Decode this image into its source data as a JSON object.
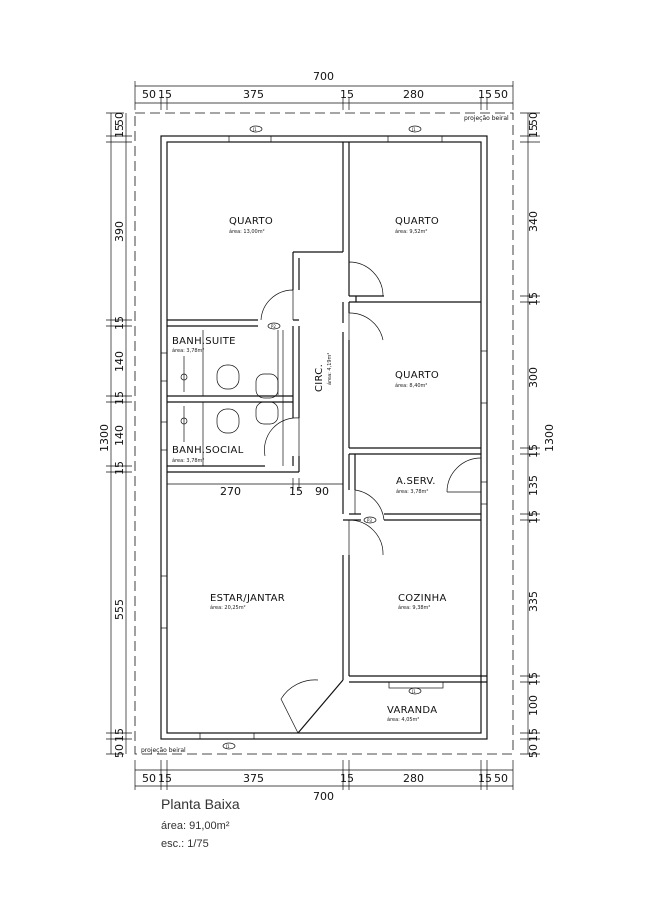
{
  "caption": {
    "title": "Planta Baixa",
    "area": "área: 91,00m²",
    "scale": "esc.: 1/75"
  },
  "rooms": [
    {
      "name": "QUARTO",
      "area": "área: 13,00m²"
    },
    {
      "name": "QUARTO",
      "area": "área: 9,52m²"
    },
    {
      "name": "QUARTO",
      "area": "área: 8,40m²"
    },
    {
      "name": "BANH.SUITE",
      "area": "área: 3,78m²"
    },
    {
      "name": "BANH.SOCIAL",
      "area": "área: 3,78m²"
    },
    {
      "name": "CIRC.",
      "area": "área: 4,19m²"
    },
    {
      "name": "A.SERV.",
      "area": "área: 3,78m²"
    },
    {
      "name": "ESTAR/JANTAR",
      "area": "área: 20,25m²"
    },
    {
      "name": "COZINHA",
      "area": "área: 9,38m²"
    },
    {
      "name": "VARANDA",
      "area": "área: 4,05m²"
    }
  ],
  "eave_label": "projeção beiral",
  "dimensions": {
    "top_total": "700",
    "top_parts": [
      "50",
      "15",
      "375",
      "15",
      "280",
      "15",
      "50"
    ],
    "bottom_total": "700",
    "bottom_parts": [
      "50",
      "15",
      "375",
      "15",
      "280",
      "15",
      "50"
    ],
    "middle": [
      "270",
      "15",
      "90"
    ],
    "left_total": "1300",
    "left_parts": [
      "15",
      "50",
      "390",
      "15",
      "140",
      "15",
      "140",
      "15",
      "555",
      "15",
      "50"
    ],
    "right_total": "1300",
    "right_parts": [
      "15",
      "50",
      "340",
      "15",
      "300",
      "15",
      "135",
      "15",
      "335",
      "15",
      "100",
      "15",
      "50"
    ]
  },
  "tags": {
    "window": "J1",
    "door": "P2",
    "door_service": "P3"
  }
}
